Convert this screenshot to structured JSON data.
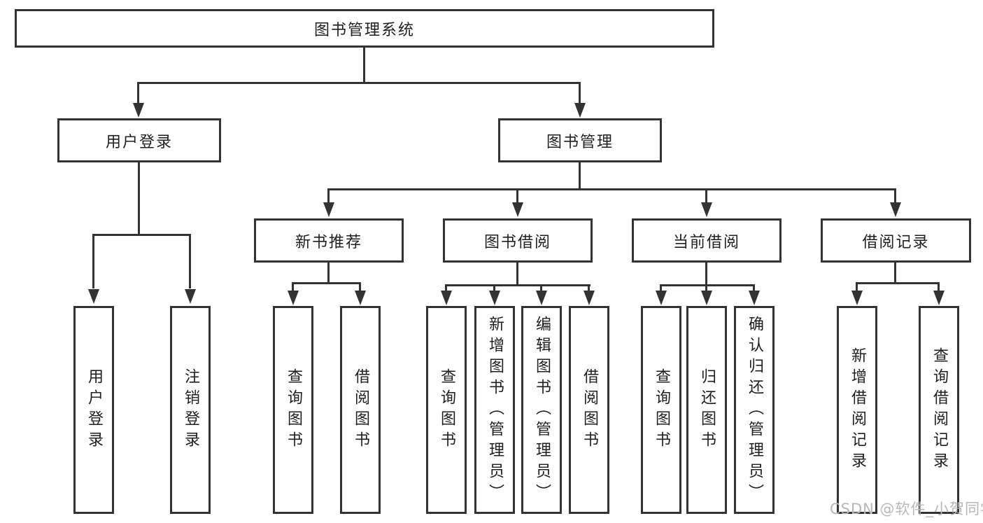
{
  "diagram": {
    "title": "图书管理系统",
    "tree": {
      "root": {
        "label": "图书管理系统",
        "children": [
          {
            "label": "用户登录",
            "children": [
              {
                "label": "用户登录"
              },
              {
                "label": "注销登录"
              }
            ]
          },
          {
            "label": "图书管理",
            "children": [
              {
                "label": "新书推荐",
                "children": [
                  {
                    "label": "查询图书"
                  },
                  {
                    "label": "借阅图书"
                  }
                ]
              },
              {
                "label": "图书借阅",
                "children": [
                  {
                    "label": "查询图书"
                  },
                  {
                    "label": "新增图书（管理员）"
                  },
                  {
                    "label": "编辑图书（管理员）"
                  },
                  {
                    "label": "借阅图书"
                  }
                ]
              },
              {
                "label": "当前借阅",
                "children": [
                  {
                    "label": "查询图书"
                  },
                  {
                    "label": "归还图书"
                  },
                  {
                    "label": "确认归还（管理员）"
                  }
                ]
              },
              {
                "label": "借阅记录",
                "children": [
                  {
                    "label": "新增借阅记录"
                  },
                  {
                    "label": "查询借阅记录"
                  }
                ]
              }
            ]
          }
        ]
      }
    }
  },
  "watermark": {
    "text": "CSDN @软件_小贺同学"
  },
  "colors": {
    "line": "#333333",
    "text": "#1f1f1f",
    "box_background": "#ffffff",
    "watermark": "#b8b8b8",
    "background": "#ffffff"
  }
}
